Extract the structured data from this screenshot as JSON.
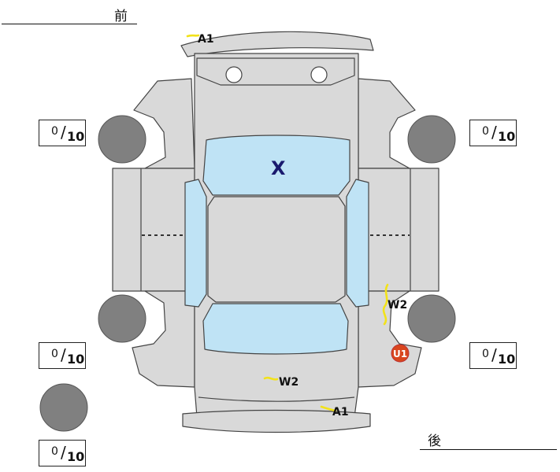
{
  "labels": {
    "front": "前",
    "rear": "後"
  },
  "tread": {
    "front_left": {
      "value": "0",
      "max": "10"
    },
    "front_right": {
      "value": "0",
      "max": "10"
    },
    "rear_left": {
      "value": "0",
      "max": "10"
    },
    "rear_right": {
      "value": "0",
      "max": "10"
    },
    "spare": {
      "value": "0",
      "max": "10"
    }
  },
  "marks": {
    "front_bumper": "A1",
    "windshield": "X",
    "rear_right_door": "W2",
    "rear_right_fender": "U1",
    "trunk": "W2",
    "rear_bumper": "A1"
  },
  "colors": {
    "body": "#d9d9d9",
    "glass": "#bfe3f5",
    "tire": "#808080",
    "scratch_line": "#f2e21a",
    "x_mark": "#1a1a6e",
    "u_badge": "#d9461e"
  }
}
